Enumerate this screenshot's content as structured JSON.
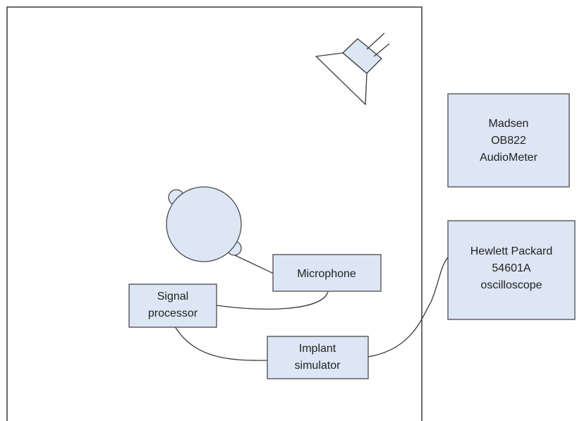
{
  "boxes": {
    "audiometer": [
      "Madsen",
      "OB822",
      "AudioMeter"
    ],
    "oscilloscope": [
      "Hewlett Packard",
      "54601A",
      "oscilloscope"
    ],
    "microphone": [
      "Microphone"
    ],
    "signal_processor": [
      "Signal",
      "processor"
    ],
    "implant_simulator": [
      "Implant",
      "simulator"
    ]
  },
  "icons": {
    "speaker": "speaker-icon",
    "head": "head-icon"
  },
  "colors": {
    "box_fill": "#dce6f4",
    "stroke": "#3a3a3a"
  }
}
